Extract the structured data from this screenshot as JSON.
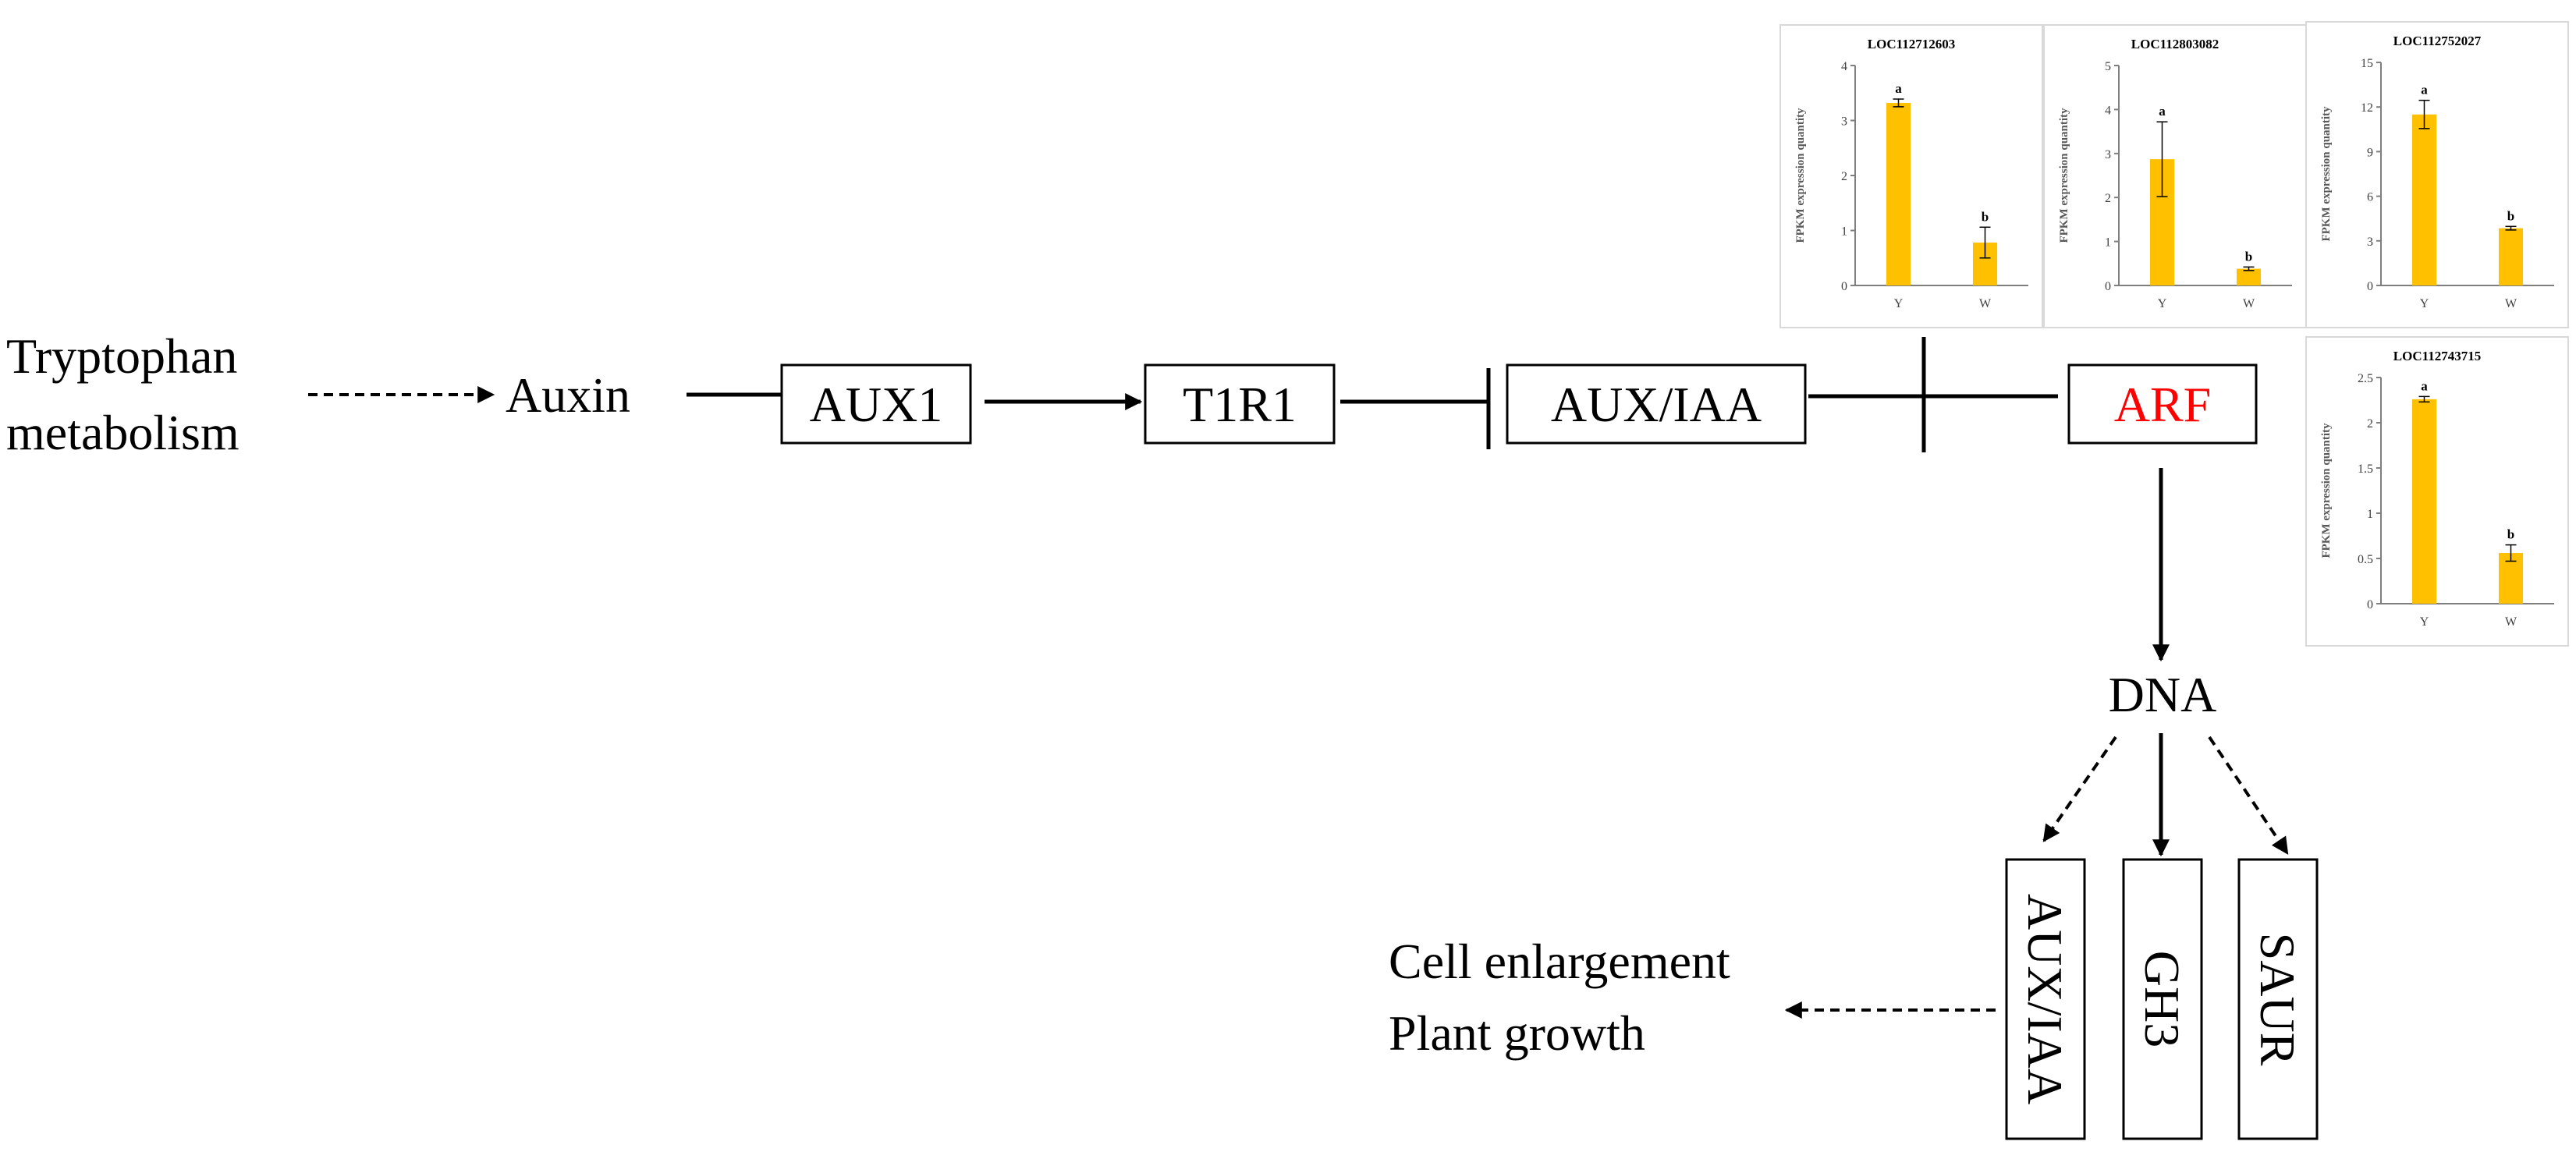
{
  "pathway": {
    "source_line1": "Tryptophan",
    "source_line2": "metabolism",
    "auxin": "Auxin",
    "aux1": "AUX1",
    "tir1": "T1R1",
    "aux_iaa": "AUX/IAA",
    "arf": "ARF",
    "dna": "DNA",
    "target_aux_iaa": "AUX/IAA",
    "target_gh3": "GH3",
    "target_saur": "SAUR",
    "outcome_line1": "Cell enlargement",
    "outcome_line2": "Plant growth"
  },
  "colors": {
    "arf_label": "#ff0000",
    "bar_fill": "#ffc000",
    "line": "#000000",
    "panel_border": "#d9d9d9",
    "axis_gray": "#7f7f7f"
  },
  "chart_data": [
    {
      "type": "bar",
      "title": "LOC112712603",
      "ylabel": "FPKM expression quantity",
      "categories": [
        "Y",
        "W"
      ],
      "values": [
        3.32,
        0.78
      ],
      "errors": [
        0.07,
        0.28
      ],
      "letters": [
        "a",
        "b"
      ],
      "ylim": [
        0,
        4
      ],
      "yticks": [
        "0",
        "1",
        "2",
        "3",
        "4"
      ]
    },
    {
      "type": "bar",
      "title": "LOC112803082",
      "ylabel": "FPKM expression quantity",
      "categories": [
        "Y",
        "W"
      ],
      "values": [
        2.87,
        0.38
      ],
      "errors": [
        0.85,
        0.04
      ],
      "letters": [
        "a",
        "b"
      ],
      "ylim": [
        0,
        5
      ],
      "yticks": [
        "0",
        "1",
        "2",
        "3",
        "4",
        "5"
      ]
    },
    {
      "type": "bar",
      "title": "LOC112752027",
      "ylabel": "FPKM expression quantity",
      "categories": [
        "Y",
        "W"
      ],
      "values": [
        11.5,
        3.85
      ],
      "errors": [
        0.95,
        0.12
      ],
      "letters": [
        "a",
        "b"
      ],
      "ylim": [
        0,
        15
      ],
      "yticks": [
        "0",
        "3",
        "6",
        "9",
        "12",
        "15"
      ]
    },
    {
      "type": "bar",
      "title": "LOC112743715",
      "ylabel": "FPKM expression quantity",
      "categories": [
        "Y",
        "W"
      ],
      "values": [
        2.26,
        0.56
      ],
      "errors": [
        0.03,
        0.09
      ],
      "letters": [
        "a",
        "b"
      ],
      "ylim": [
        0,
        2.5
      ],
      "yticks": [
        "0",
        "0.5",
        "1",
        "1.5",
        "2",
        "2.5"
      ]
    }
  ]
}
